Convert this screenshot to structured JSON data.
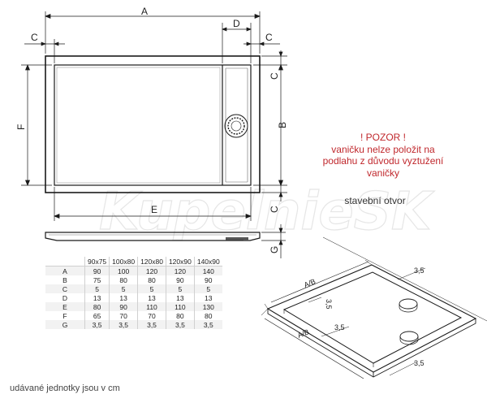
{
  "watermark": "KupelnieSK",
  "labels": {
    "A": "A",
    "B": "B",
    "C": "C",
    "D": "D",
    "E": "E",
    "F": "F",
    "G": "G",
    "AB": "A/B",
    "t35": "3,5"
  },
  "warning": [
    "! POZOR !",
    "vaničku nelze položit na",
    "podlahu z důvodu vyztužení",
    "vaničky"
  ],
  "opening_label": "stavební otvor",
  "units_note": "udávané jednotky jsou v cm",
  "table": {
    "columns": [
      "",
      "90x75",
      "100x80",
      "120x80",
      "120x90",
      "140x90"
    ],
    "rows": [
      [
        "A",
        "90",
        "100",
        "120",
        "120",
        "140"
      ],
      [
        "B",
        "75",
        "80",
        "80",
        "90",
        "90"
      ],
      [
        "C",
        "5",
        "5",
        "5",
        "5",
        "5"
      ],
      [
        "D",
        "13",
        "13",
        "13",
        "13",
        "13"
      ],
      [
        "E",
        "80",
        "90",
        "110",
        "110",
        "130"
      ],
      [
        "F",
        "65",
        "70",
        "70",
        "80",
        "80"
      ],
      [
        "G",
        "3,5",
        "3,5",
        "3,5",
        "3,5",
        "3,5"
      ]
    ]
  },
  "colors": {
    "warning": "#c0282d",
    "line": "#1a1a1a"
  }
}
